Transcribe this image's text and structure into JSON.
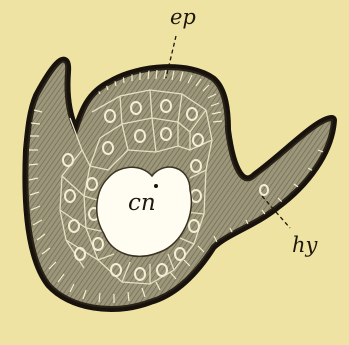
{
  "figure": {
    "labels": {
      "ep": "ep",
      "cn": "cn",
      "hy": "hy"
    }
  },
  "colors": {
    "paper": "#efe3a4",
    "ectoderm": "#17120c",
    "tissue": "#9c967a",
    "tissue_dark": "#6d6752",
    "cell_wall": "#e7e0c2",
    "nucleus": "#f3efd6",
    "cavity": "#fffdf2"
  }
}
